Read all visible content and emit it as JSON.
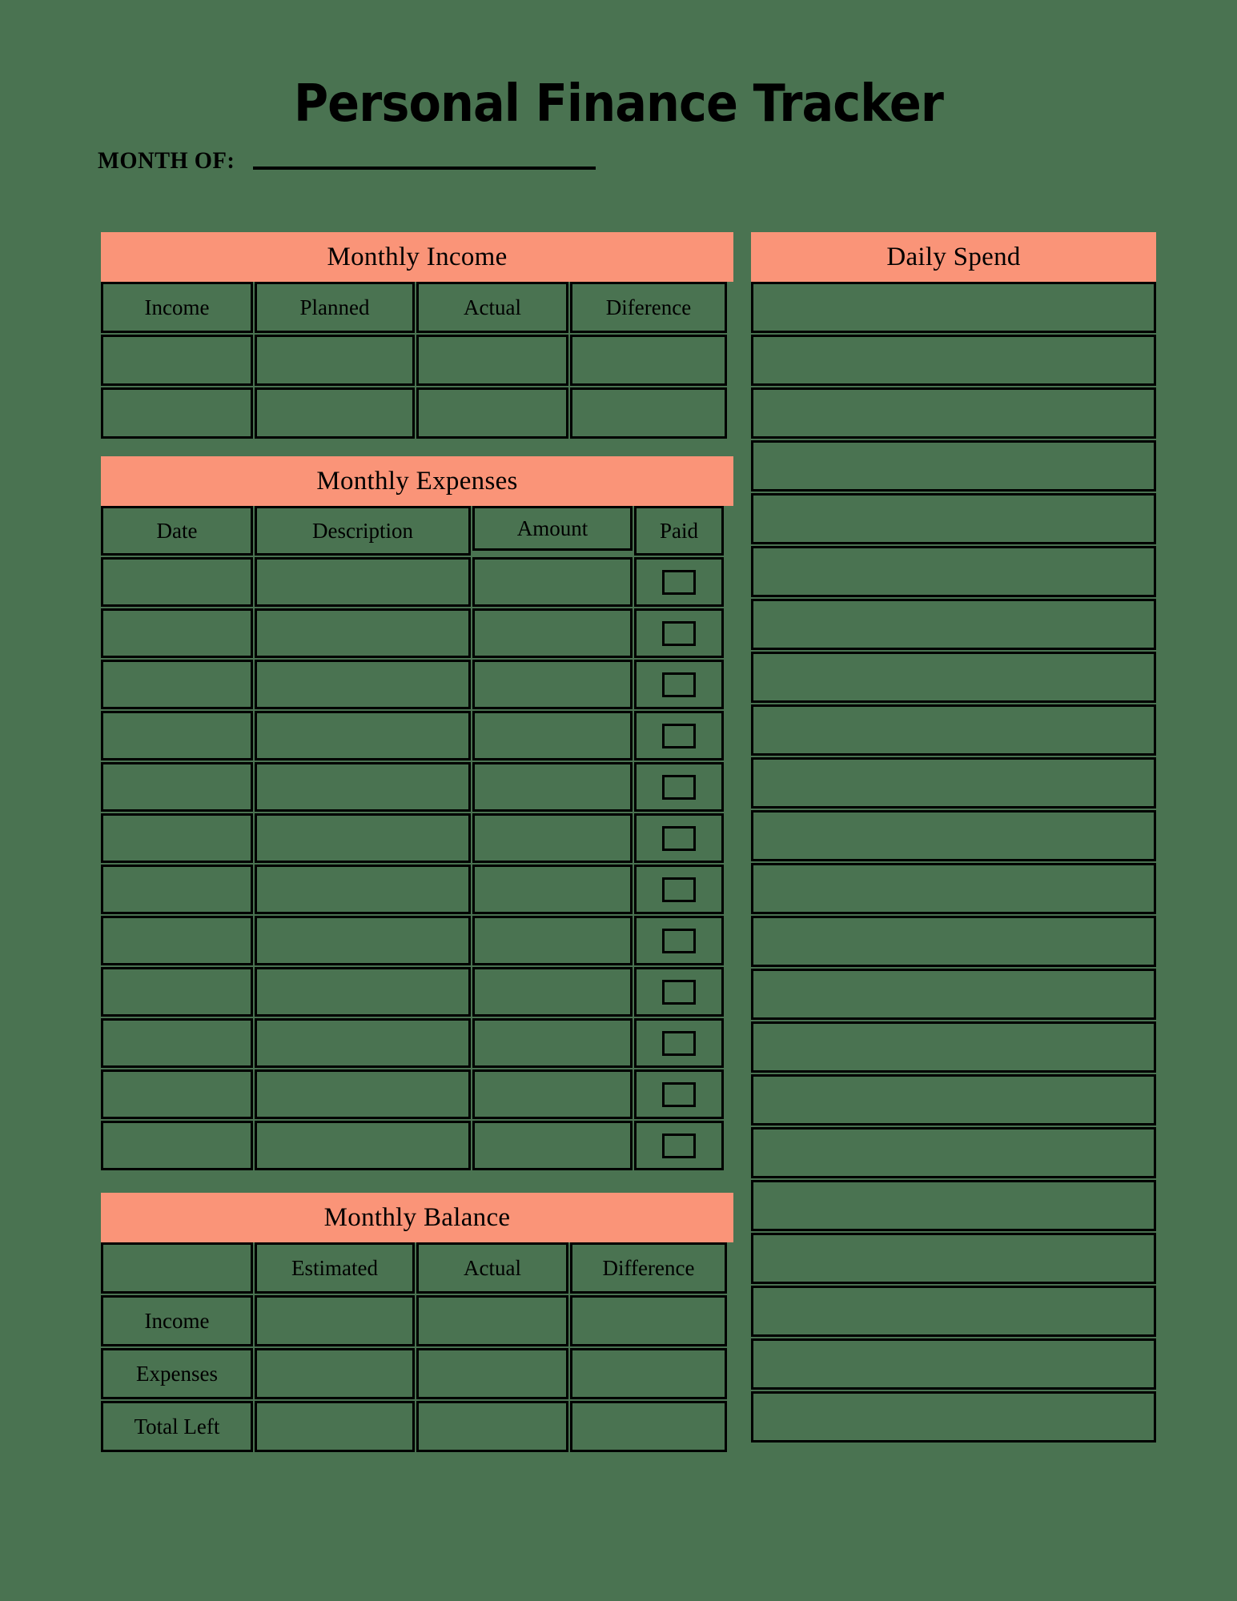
{
  "document": {
    "title": "Personal Finance Tracker",
    "month_label": "MONTH OF:",
    "month_value": ""
  },
  "colors": {
    "background": "#4a7351",
    "banner": "#fa9478",
    "border": "#000000",
    "text": "#000000"
  },
  "sections": {
    "monthly_income": {
      "heading": "Monthly Income",
      "columns": [
        "Income",
        "Planned",
        "Actual",
        "Diference"
      ],
      "rows": [
        [
          "",
          "",
          "",
          ""
        ],
        [
          "",
          "",
          "",
          ""
        ]
      ]
    },
    "monthly_expenses": {
      "heading": "Monthly Expenses",
      "columns": [
        "Date",
        "Description",
        "Amount",
        "Paid"
      ],
      "rows": [
        {
          "date": "",
          "description": "",
          "amount": "",
          "paid": false
        },
        {
          "date": "",
          "description": "",
          "amount": "",
          "paid": false
        },
        {
          "date": "",
          "description": "",
          "amount": "",
          "paid": false
        },
        {
          "date": "",
          "description": "",
          "amount": "",
          "paid": false
        },
        {
          "date": "",
          "description": "",
          "amount": "",
          "paid": false
        },
        {
          "date": "",
          "description": "",
          "amount": "",
          "paid": false
        },
        {
          "date": "",
          "description": "",
          "amount": "",
          "paid": false
        },
        {
          "date": "",
          "description": "",
          "amount": "",
          "paid": false
        },
        {
          "date": "",
          "description": "",
          "amount": "",
          "paid": false
        },
        {
          "date": "",
          "description": "",
          "amount": "",
          "paid": false
        },
        {
          "date": "",
          "description": "",
          "amount": "",
          "paid": false
        },
        {
          "date": "",
          "description": "",
          "amount": "",
          "paid": false
        }
      ]
    },
    "monthly_balance": {
      "heading": "Monthly Balance",
      "columns": [
        "",
        "Estimated",
        "Actual",
        "Difference"
      ],
      "rows": [
        {
          "label": "Income",
          "estimated": "",
          "actual": "",
          "difference": ""
        },
        {
          "label": "Expenses",
          "estimated": "",
          "actual": "",
          "difference": ""
        },
        {
          "label": "Total Left",
          "estimated": "",
          "actual": "",
          "difference": ""
        }
      ]
    },
    "daily_spend": {
      "heading": "Daily Spend",
      "rows": [
        "",
        "",
        "",
        "",
        "",
        "",
        "",
        "",
        "",
        "",
        "",
        "",
        "",
        "",
        "",
        "",
        "",
        "",
        "",
        "",
        "",
        ""
      ]
    }
  }
}
